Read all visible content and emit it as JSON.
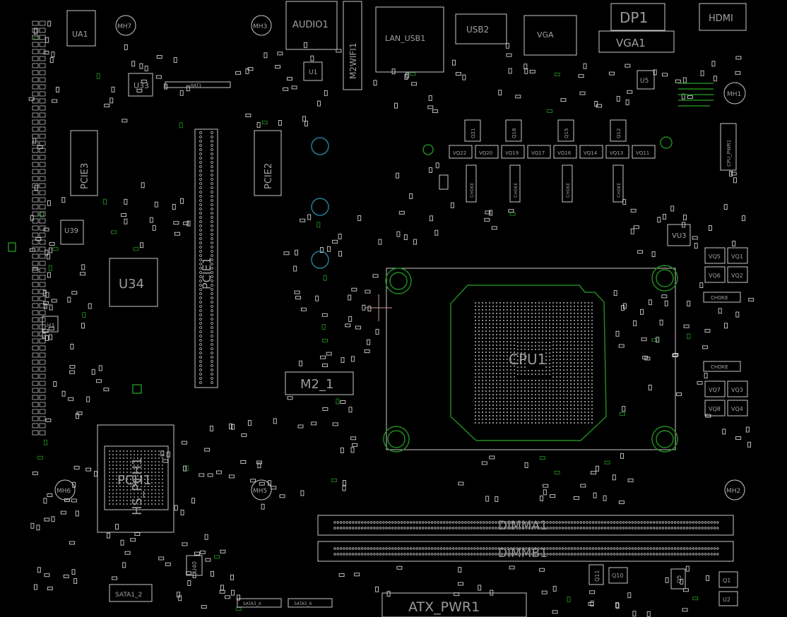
{
  "labels": {
    "ua1": "UA1",
    "mh7": "MH7",
    "mh3": "MH3",
    "audio1": "AUDIO1",
    "lan1": "LAN_USB1",
    "usb2": "USB2",
    "vga": "VGA",
    "dp1": "DP1",
    "hdmi": "HDMI",
    "vga1": "VGA1",
    "u33": "U33",
    "bat1": "BAT1",
    "u1": "U1",
    "m2wifi1": "M2WIFI1",
    "u5": "U5",
    "mh1": "MH1",
    "pcie3": "PCIE3",
    "pcie2": "PCIE2",
    "u39": "U39",
    "u34": "U34",
    "pcie1": "PCIE1",
    "m2_1": "M2_1",
    "cpu1": "CPU1",
    "vu3": "VU3",
    "pch1": "PCH1",
    "hs_pch1": "HS_PCH1",
    "mh6": "MH6",
    "mh5": "MH5",
    "mh2": "MH2",
    "dimma1": "DIMMA1",
    "dimmb1": "DIMMB1",
    "atx_pwr1": "ATX_PWR1",
    "sata1_2": "SATA1_2",
    "choke": "CHOKE",
    "vq1": "VQ1",
    "vq2": "VQ2",
    "vq3": "VQ3",
    "vq4": "VQ4",
    "vq5": "VQ5",
    "vq6": "VQ6",
    "vq7": "VQ7",
    "vq8": "VQ8",
    "cpu_pwr1": "CPU_PWR1",
    "q21": "Q21",
    "q18": "Q18",
    "q15": "Q15",
    "q12": "Q12",
    "vq22": "VQ22",
    "vq20": "VQ20",
    "vq19": "VQ19",
    "vq17": "VQ17",
    "vq16": "VQ16",
    "vq14": "VQ14",
    "vq13": "VQ13",
    "vq11": "VQ11",
    "u40": "U40",
    "u43": "U43",
    "q11": "Q11",
    "q10": "Q10",
    "q5": "Q5",
    "q1": "Q1",
    "u2": "U2",
    "sata3_4": "SATA3_4",
    "sata5_6": "SATA5_6"
  },
  "colors": {
    "background": "#000000",
    "silkscreen": "#c8c8c8",
    "copper": "#1f8a1f",
    "drill": "#2a8fa8"
  }
}
